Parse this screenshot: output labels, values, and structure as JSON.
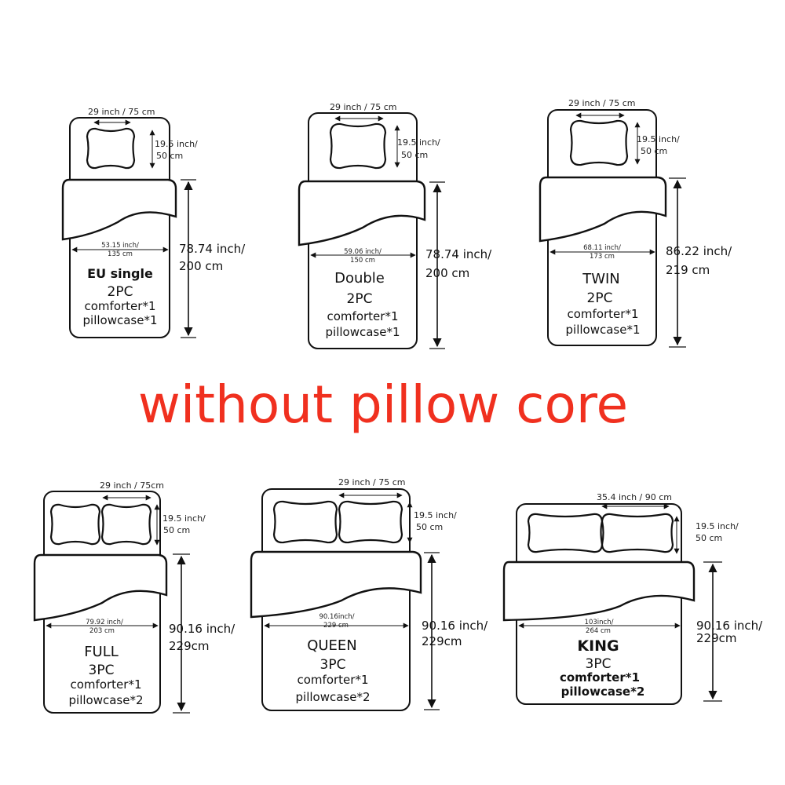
{
  "banner": "without pillow core",
  "beds": [
    {
      "name": "EU single",
      "pieces": "2PC",
      "comforter": "comforter*1",
      "pillowcase": "pillowcase*1",
      "pillow_width": "29 inch /  75 cm",
      "pillow_h1": "19.5  inch/",
      "pillow_h2": "50  cm",
      "width1": "53.15 inch/",
      "width2": "135 cm",
      "length1": "78.74 inch/",
      "length2": "200 cm"
    },
    {
      "name": "Double",
      "pieces": "2PC",
      "comforter": "comforter*1",
      "pillowcase": "pillowcase*1",
      "pillow_width": "29 inch /  75 cm",
      "pillow_h1": "19.5  inch/",
      "pillow_h2": "50  cm",
      "width1": "59.06 inch/",
      "width2": "150 cm",
      "length1": "78.74 inch/",
      "length2": "200 cm"
    },
    {
      "name": "TWIN",
      "pieces": "2PC",
      "comforter": "comforter*1",
      "pillowcase": "pillowcase*1",
      "pillow_width": "29 inch /  75 cm",
      "pillow_h1": "19.5  inch/",
      "pillow_h2": "50  cm",
      "width1": "68.11 inch/",
      "width2": "173 cm",
      "length1": "86.22 inch/",
      "length2": "219 cm"
    },
    {
      "name": "FULL",
      "pieces": "3PC",
      "comforter": "comforter*1",
      "pillowcase": "pillowcase*2",
      "pillow_width": "29 inch /  75cm",
      "pillow_h1": "19.5  inch/",
      "pillow_h2": "50 cm",
      "width1": "79.92 inch/",
      "width2": "203 cm",
      "length1": "90.16 inch/",
      "length2": "229cm"
    },
    {
      "name": "QUEEN",
      "pieces": "3PC",
      "comforter": "comforter*1",
      "pillowcase": "pillowcase*2",
      "pillow_width": "29 inch /  75 cm",
      "pillow_h1": "19.5 inch/",
      "pillow_h2": "50 cm",
      "width1": "90.16inch/",
      "width2": "229 cm",
      "length1": "90.16 inch/",
      "length2": "229cm"
    },
    {
      "name": "KING",
      "pieces": "3PC",
      "comforter": "comforter*1",
      "pillowcase": "pillowcase*2",
      "pillow_width": "35.4 inch / 90 cm",
      "pillow_h1": "19.5 inch/",
      "pillow_h2": "50 cm",
      "width1": "103inch/",
      "width2": "264 cm",
      "length1": "90.16 inch/",
      "length2": "229cm"
    }
  ]
}
